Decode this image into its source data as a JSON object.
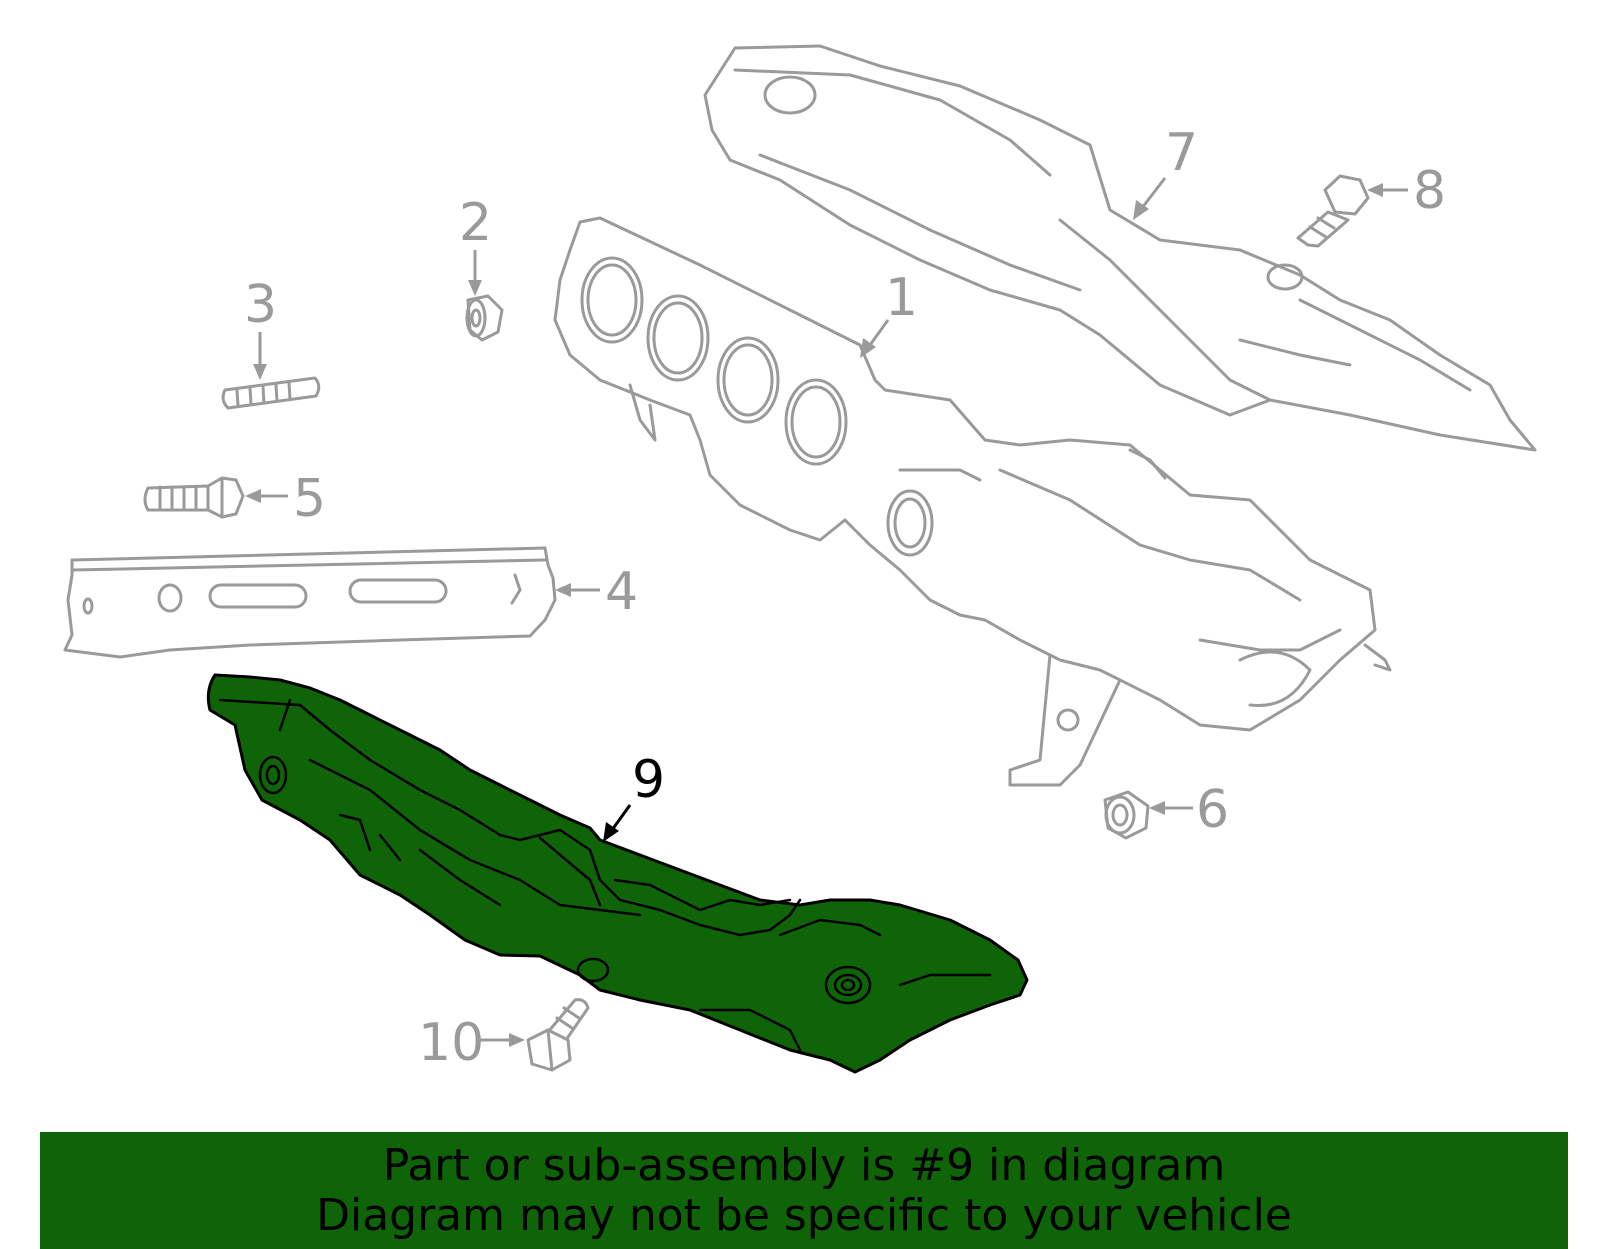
{
  "diagram": {
    "callouts": [
      {
        "id": "1",
        "label": "1"
      },
      {
        "id": "2",
        "label": "2"
      },
      {
        "id": "3",
        "label": "3"
      },
      {
        "id": "4",
        "label": "4"
      },
      {
        "id": "5",
        "label": "5"
      },
      {
        "id": "6",
        "label": "6"
      },
      {
        "id": "7",
        "label": "7"
      },
      {
        "id": "8",
        "label": "8"
      },
      {
        "id": "9",
        "label": "9"
      },
      {
        "id": "10",
        "label": "10"
      }
    ],
    "highlighted_part": "9",
    "highlight_color": "#106408",
    "outline_color": "#9a9a9a"
  },
  "banner": {
    "line1": "Part or sub-assembly is #9 in diagram",
    "line2": "Diagram may not be specific to your vehicle",
    "background": "#106408"
  }
}
